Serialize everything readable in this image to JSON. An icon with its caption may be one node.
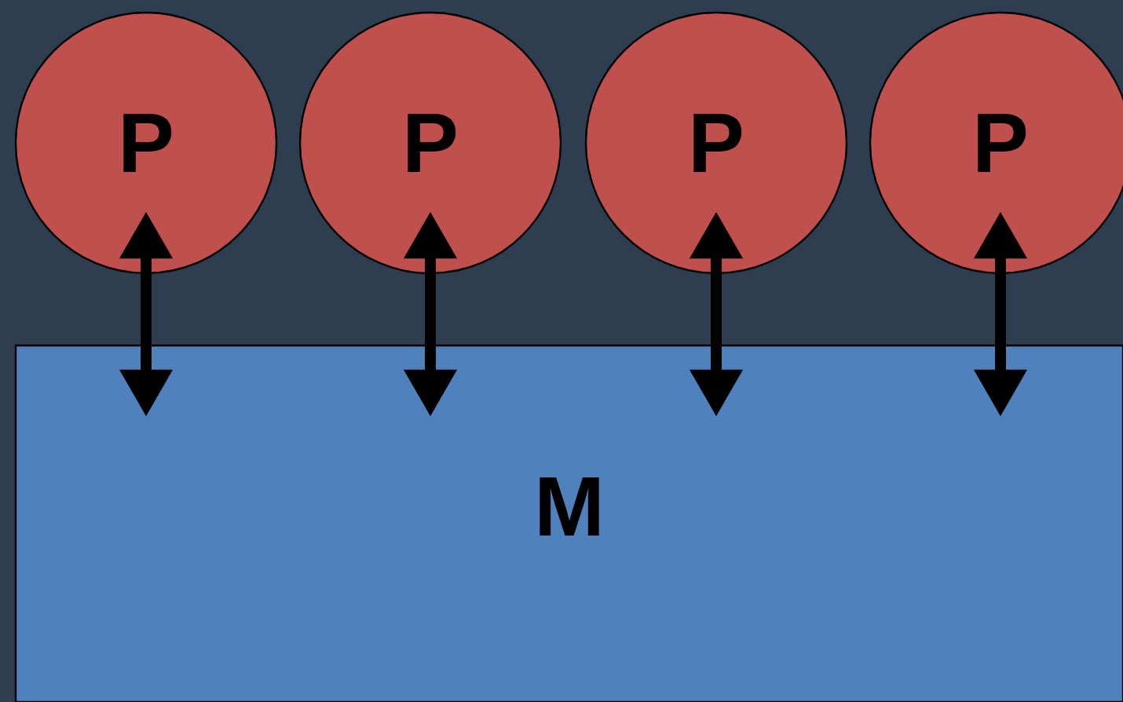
{
  "diagram": {
    "nodes": [
      {
        "text": [
          "P"
        ]
      },
      {
        "text": [
          "P"
        ]
      },
      {
        "text": [
          "P"
        ]
      },
      {
        "text": [
          "P"
        ]
      },
      {
        "text": [
          "M"
        ]
      }
    ],
    "edges": [
      {
        "from": 0,
        "to": 4,
        "arrow": "both"
      },
      {
        "from": 1,
        "to": 4,
        "arrow": "both"
      },
      {
        "from": 2,
        "to": 4,
        "arrow": "both"
      },
      {
        "from": 3,
        "to": 4,
        "arrow": "both"
      }
    ]
  }
}
